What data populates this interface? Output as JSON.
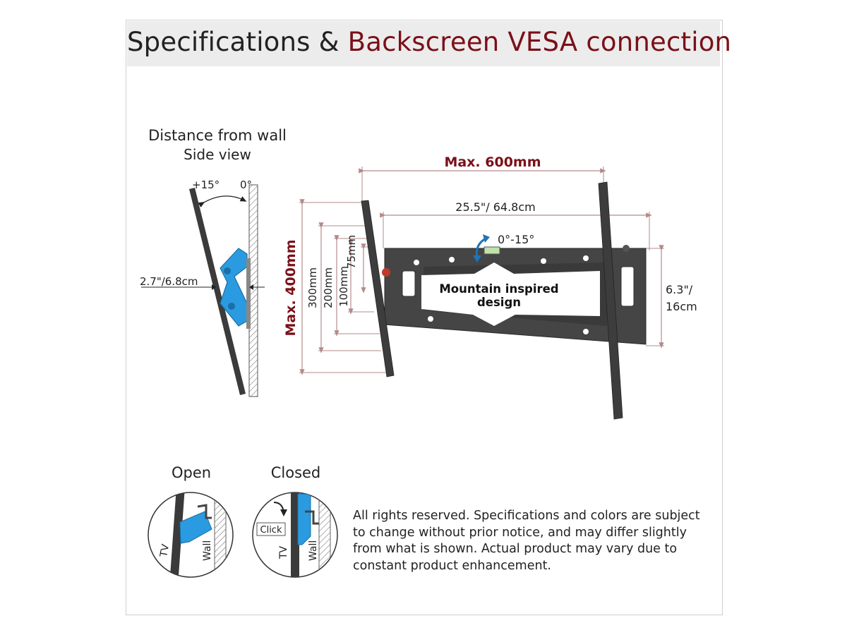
{
  "title": {
    "part1": "Specifications & ",
    "part2": "Backscreen VESA connection"
  },
  "side_view": {
    "heading": "Distance from wall",
    "subheading": "Side view",
    "angle_tilt": "+15°",
    "angle_zero": "0°",
    "distance": "2.7\"/6.8cm"
  },
  "front_view": {
    "max_width": "Max. 600mm",
    "bracket_width": "25.5\"/ 64.8cm",
    "tilt_range": "0°-15°",
    "design_label_line1": "Mountain inspired",
    "design_label_line2": "design",
    "max_height": "Max. 400mm",
    "vesa_300": "300mm",
    "vesa_200": "200mm",
    "vesa_100": "100mm",
    "vesa_75": "75mm",
    "bracket_height_line1": "6.3\"/",
    "bracket_height_line2": "16cm"
  },
  "lock_detail": {
    "open_label": "Open",
    "closed_label": "Closed",
    "click_label": "Click",
    "tv_label": "TV",
    "wall_label": "Wall"
  },
  "disclaimer": {
    "line1": "All rights reserved. Specifications and colors are subject",
    "line2": "to change without prior notice, and may differ slightly",
    "line3": "from what is shown. Actual product may vary due to",
    "line4": "constant product enhancement."
  },
  "colors": {
    "accent": "#7a1018",
    "bracket_blue": "#2a9be0",
    "metal": "#3a3a3a",
    "dimension_line": "#b38b8b"
  }
}
